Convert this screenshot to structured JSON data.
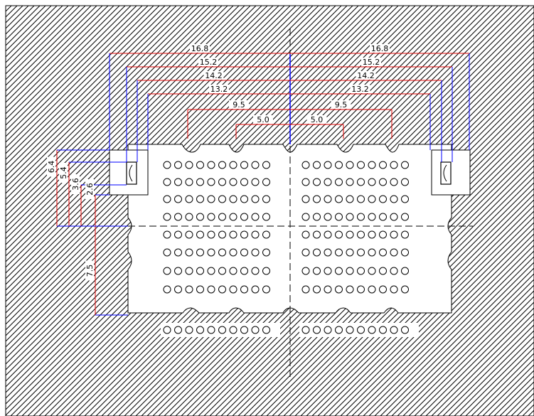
{
  "drawing": {
    "colors": {
      "hatch": "#000000",
      "outline": "#000000",
      "dimension_red": "#e00000",
      "dimension_blue": "#0000ff",
      "background": "#ffffff"
    },
    "horizontal_dimensions": [
      {
        "left": "16.8",
        "right": "16.8"
      },
      {
        "left": "15.2",
        "right": "15.2"
      },
      {
        "left": "14.2",
        "right": "14.2"
      },
      {
        "left": "13.2",
        "right": "13.2"
      },
      {
        "left": "9.5",
        "right": "9.5"
      },
      {
        "left": "5.0",
        "right": "5.0"
      }
    ],
    "vertical_dimensions": [
      "6.4",
      "5.4",
      "3.6",
      "2.6",
      "7.5"
    ],
    "pad_grid": {
      "rows": 9,
      "columns_per_half": 10,
      "pad_row_gap_row": 7
    }
  }
}
